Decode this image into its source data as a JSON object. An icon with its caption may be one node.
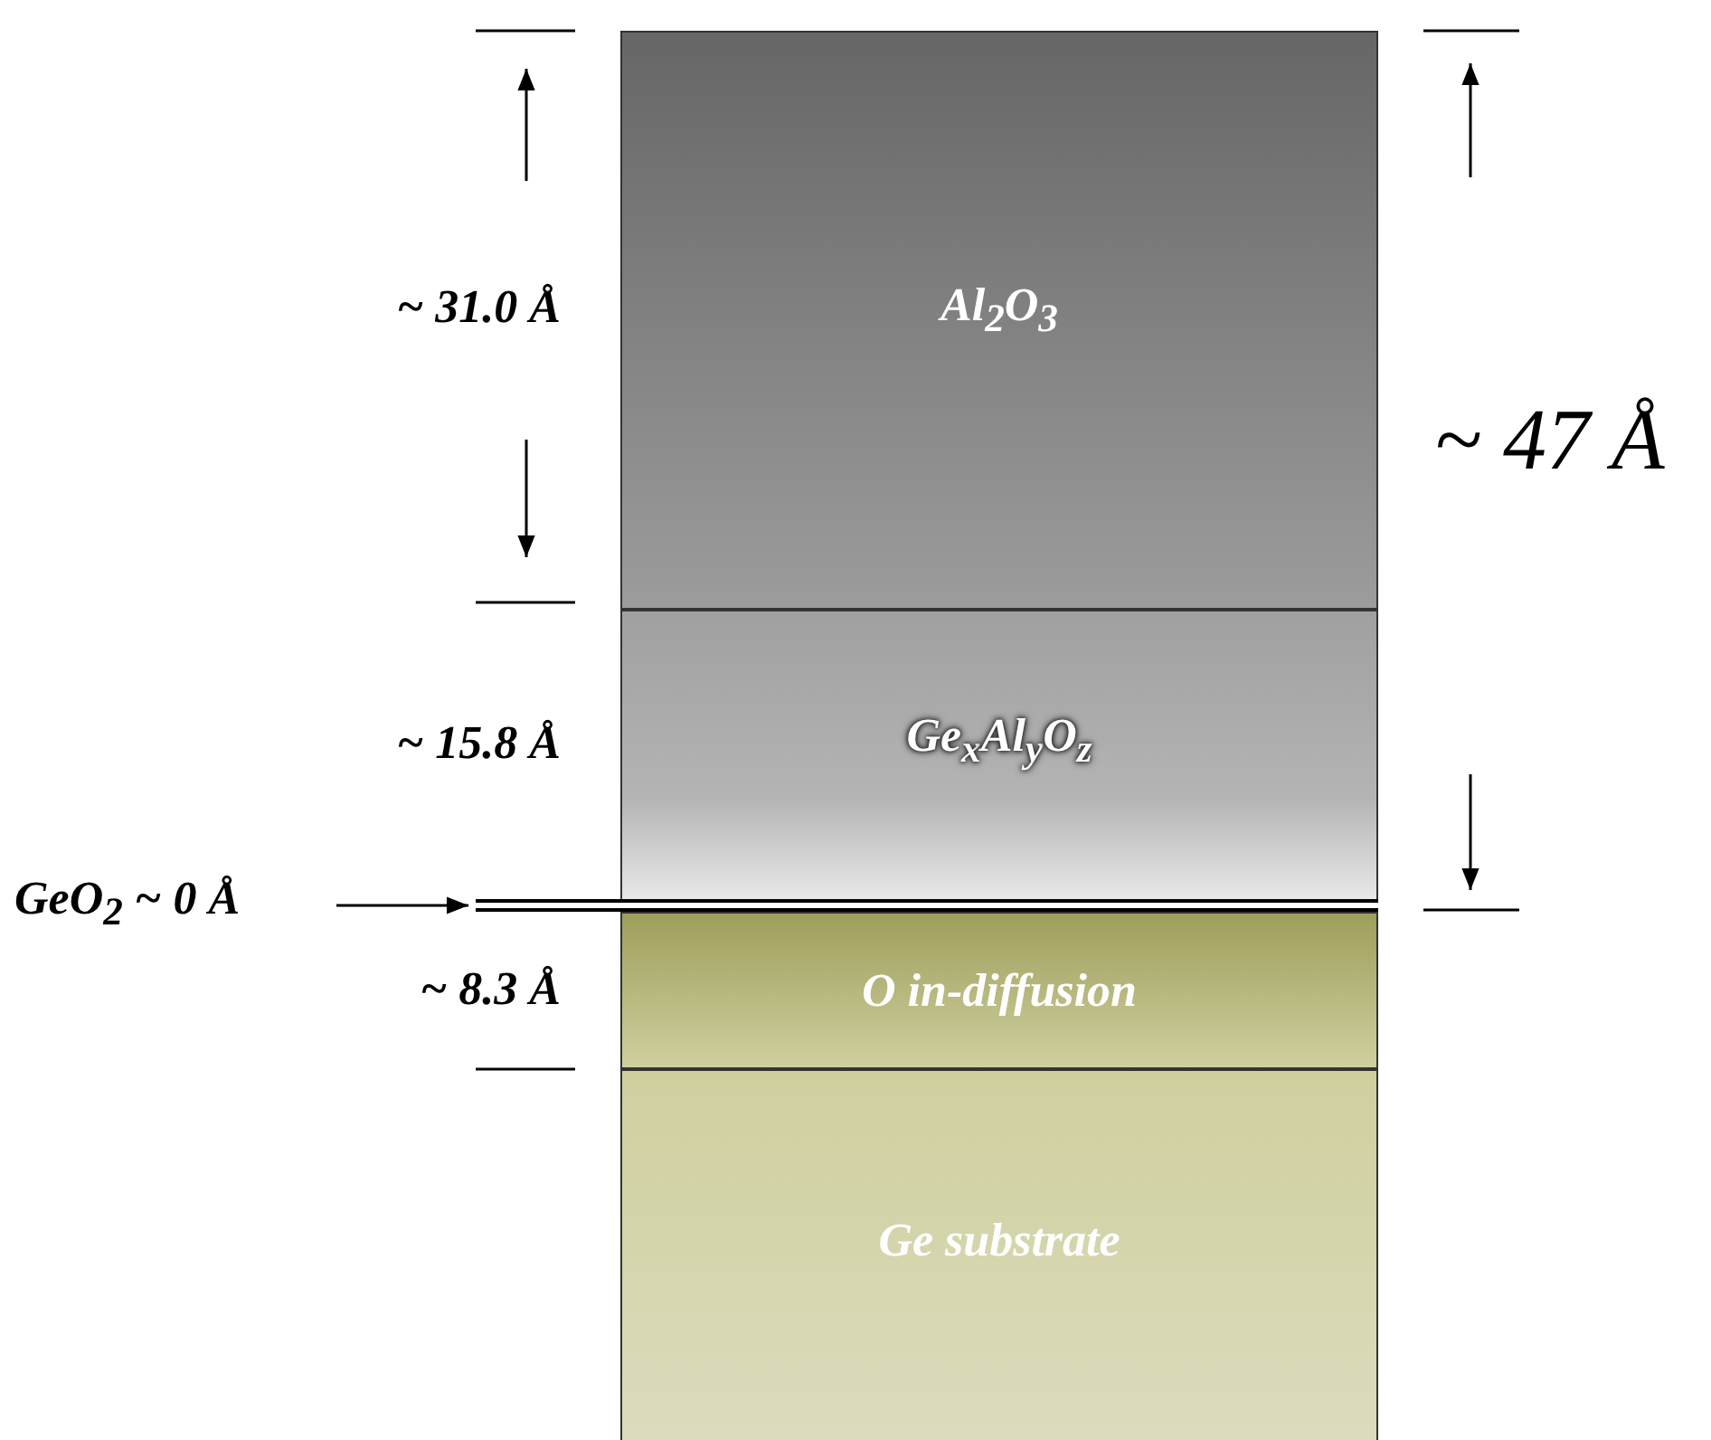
{
  "diagram": {
    "nodes": [
      {
        "text": [
          "Al$_{2}$O$_{3}$"
        ]
      },
      {
        "text": [
          "Ge$_{x}$Al$_{y}$O$_{z}$"
        ]
      },
      {
        "text": [],
        "shape": "bar"
      },
      {
        "text": [
          "O in-diffusion"
        ]
      },
      {
        "text": [
          "Ge substrate"
        ]
      },
      {
        "text": [
          "GeO$_{2}$ ~ 0 Å"
        ]
      }
    ],
    "edges": [
      {
        "from": 5,
        "to": 2,
        "arrow": "to"
      }
    ],
    "labels": [
      "~ 31.0 Å",
      "~ 47 Å",
      "~ 15.8 Å",
      "~ 8.3 Å"
    ]
  }
}
